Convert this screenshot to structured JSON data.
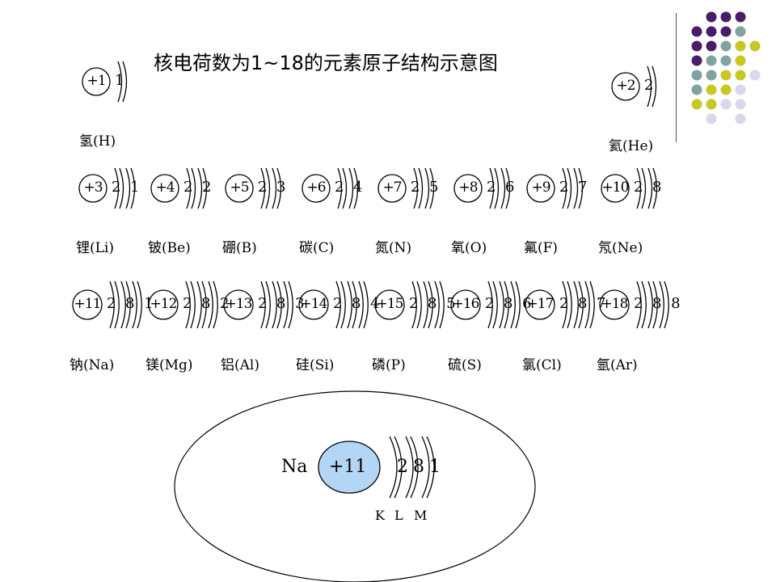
{
  "title": "核电荷数为1~18的元素原子结构示意图",
  "colors": {
    "purple": "#4a1d6b",
    "teal": "#7fa39f",
    "olive": "#c8c820",
    "lavender": "#d8d8ea",
    "nucleus_fill": "#b3d6f5"
  },
  "atoms": [
    {
      "charge": "+1",
      "electrons": "1",
      "name": "氢(H)"
    },
    {
      "charge": "+2",
      "electrons": "2",
      "name": "氦(He)"
    },
    {
      "charge": "+3",
      "electrons": "2 1",
      "name": "锂(Li)"
    },
    {
      "charge": "+4",
      "electrons": "2 2",
      "name": "铍(Be)"
    },
    {
      "charge": "+5",
      "electrons": "2 3",
      "name": "硼(B)"
    },
    {
      "charge": "+6",
      "electrons": "2 4",
      "name": "碳(C)"
    },
    {
      "charge": "+7",
      "electrons": "2 5",
      "name": "氮(N)"
    },
    {
      "charge": "+8",
      "electrons": "2 6",
      "name": "氧(O)"
    },
    {
      "charge": "+9",
      "electrons": "2 7",
      "name": "氟(F)"
    },
    {
      "charge": "+10",
      "electrons": "2 8",
      "name": "氖(Ne)"
    },
    {
      "charge": "+11",
      "electrons": "2 8 1",
      "name": "钠(Na)"
    },
    {
      "charge": "+12",
      "electrons": "2 8 2",
      "name": "镁(Mg)"
    },
    {
      "charge": "+13",
      "electrons": "2 8 3",
      "name": "铝(Al)"
    },
    {
      "charge": "+14",
      "electrons": "2 8 4",
      "name": "硅(Si)"
    },
    {
      "charge": "+15",
      "electrons": "2 8 5",
      "name": "磷(P)"
    },
    {
      "charge": "+16",
      "electrons": "2 8 6",
      "name": "硫(S)"
    },
    {
      "charge": "+17",
      "electrons": "2 8 7",
      "name": "氯(Cl)"
    },
    {
      "charge": "+18",
      "electrons": "2 8 8",
      "name": "氩(Ar)"
    }
  ],
  "sodium_detail": {
    "symbol": "Na",
    "charge": "+11",
    "electrons": [
      "2",
      "8",
      "1"
    ],
    "shells": [
      "K",
      "L",
      "M"
    ]
  }
}
